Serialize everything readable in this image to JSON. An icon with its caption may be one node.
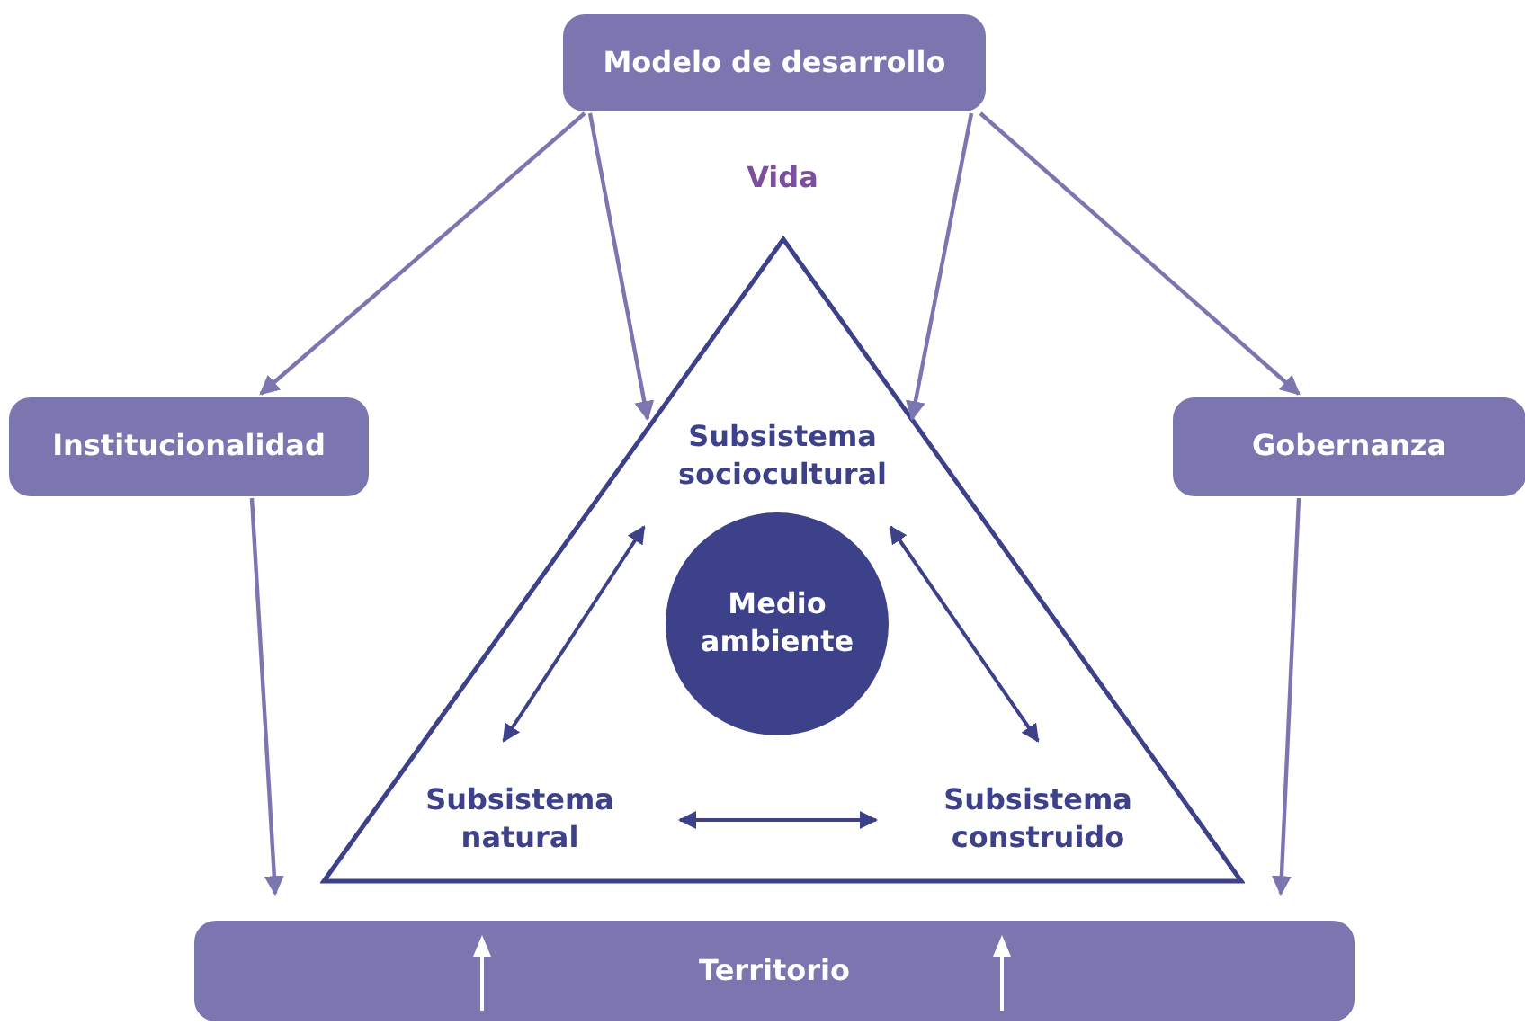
{
  "diagram": {
    "nodes": [
      {
        "text": [
          "Modelo de desarrollo"
        ]
      },
      {
        "text": [
          "Vida"
        ]
      },
      {
        "text": [
          "Subsistema sociocultural"
        ],
        "in": 1
      },
      {
        "text": [
          "Medio ambiente"
        ],
        "in": 1
      },
      {
        "text": [
          "Subsistema natural"
        ],
        "in": 1
      },
      {
        "text": [
          "Subsistema construido"
        ],
        "in": 1
      },
      {
        "text": [
          "Institucionalidad"
        ]
      },
      {
        "text": [
          "Gobernanza"
        ]
      },
      {
        "text": [
          "Territorio"
        ]
      }
    ],
    "edges": [
      {
        "from": 0,
        "to": 6,
        "arrow": "to"
      },
      {
        "from": 0,
        "to": 1,
        "arrow": "to"
      },
      {
        "from": 0,
        "to": 1,
        "arrow": "to"
      },
      {
        "from": 0,
        "to": 7,
        "arrow": "to"
      },
      {
        "from": 2,
        "to": 4,
        "arrow": "both",
        "color": "#3d4189"
      },
      {
        "from": 2,
        "to": 5,
        "arrow": "both",
        "color": "#3d4189"
      },
      {
        "from": 4,
        "to": 5,
        "arrow": "both",
        "color": "#3d4189"
      },
      {
        "from": 6,
        "to": 8,
        "arrow": "to"
      },
      {
        "from": 7,
        "to": 8,
        "arrow": "to"
      }
    ]
  }
}
